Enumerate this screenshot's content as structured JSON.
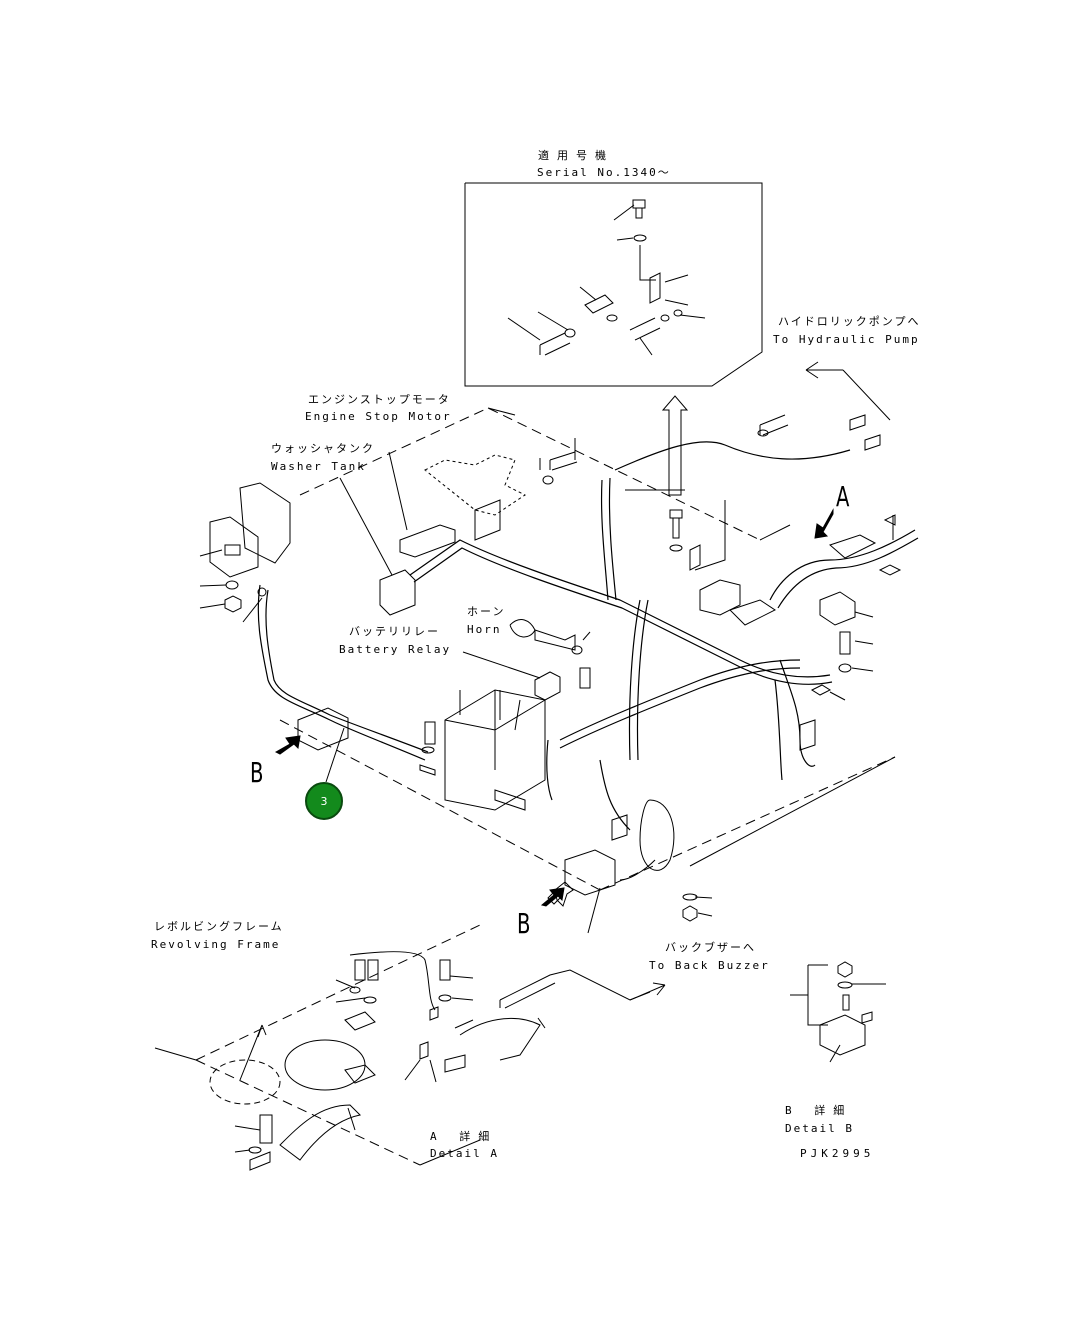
{
  "labels": {
    "serial_jp": "適用号機",
    "serial_en": "Serial No.1340～",
    "hydraulic_jp": "ハイドロリックポンプへ",
    "hydraulic_en": "To Hydraulic Pump",
    "engine_stop_jp": "エンジンストップモータ",
    "engine_stop_en": "Engine Stop Motor",
    "washer_jp": "ウォッシャタンク",
    "washer_en": "Washer Tank",
    "horn_jp": "ホーン",
    "horn_en": "Horn",
    "battery_jp": "バッテリリレー",
    "battery_en": "Battery Relay",
    "revolving_jp": "レボルビングフレーム",
    "revolving_en": "Revolving Frame",
    "buzzer_jp": "バックブザーへ",
    "buzzer_en": "To Back Buzzer",
    "detail_a_jp": "A 詳細",
    "detail_a_en": "Detail A",
    "detail_b_jp": "B 詳細",
    "detail_b_en": "Detail B",
    "drawing_no": "PJK2995"
  },
  "view_markers": {
    "a": "A",
    "b": "B"
  },
  "callouts": [
    {
      "number": "3"
    }
  ],
  "colors": {
    "callout_fill": "#138a1c",
    "line": "#000000"
  }
}
